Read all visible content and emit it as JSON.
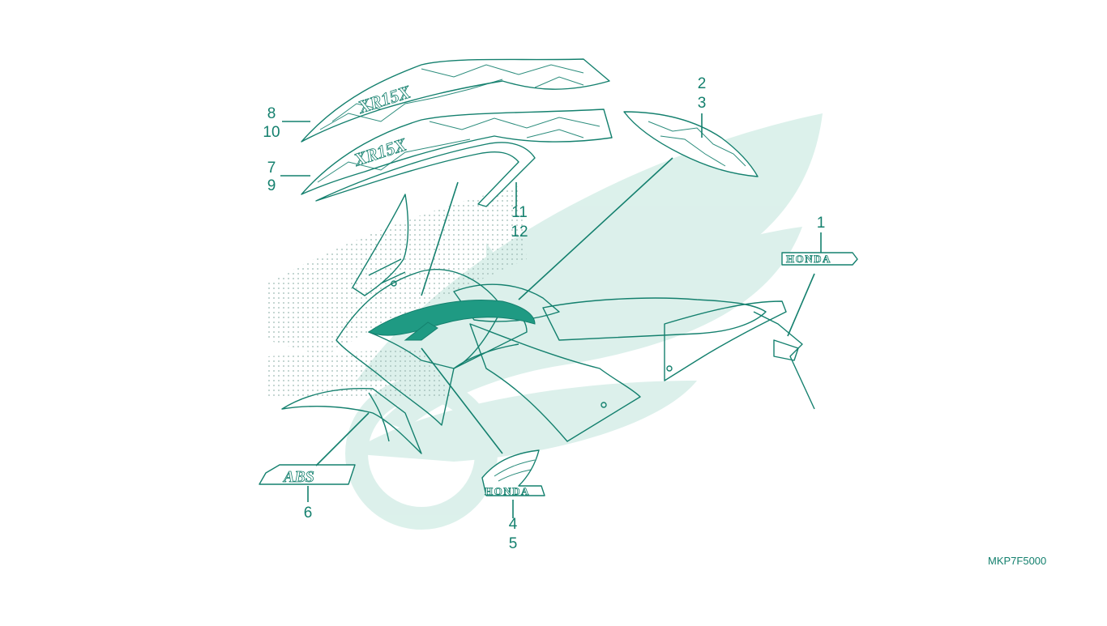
{
  "diagram": {
    "accent_color": "#14806e",
    "watermark_color": "#d6eee8",
    "drawing_code": "MKP7F5000",
    "callouts": [
      {
        "id": "c1",
        "label": "1"
      },
      {
        "id": "c2",
        "label": "2"
      },
      {
        "id": "c3",
        "label": "3"
      },
      {
        "id": "c4",
        "label": "4"
      },
      {
        "id": "c5",
        "label": "5"
      },
      {
        "id": "c6",
        "label": "6"
      },
      {
        "id": "c7",
        "label": "7"
      },
      {
        "id": "c8",
        "label": "8"
      },
      {
        "id": "c9",
        "label": "9"
      },
      {
        "id": "c10",
        "label": "10"
      },
      {
        "id": "c11",
        "label": "11"
      },
      {
        "id": "c12",
        "label": "12"
      }
    ],
    "badges": {
      "honda_emblem": "HONDA",
      "honda_wing": "HONDA",
      "abs": "ABS",
      "stripe_decal": "XR15X"
    }
  }
}
